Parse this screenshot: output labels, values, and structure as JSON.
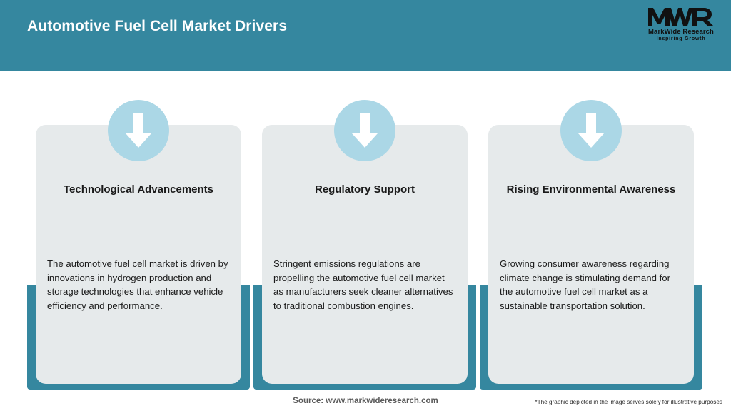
{
  "header": {
    "title": "Automotive Fuel Cell Market Drivers",
    "background_color": "#35879F",
    "title_color": "#FFFFFF"
  },
  "logo": {
    "mark": "MWR",
    "name": "MarkWide Research",
    "tagline": "Inspiring Growth"
  },
  "theme": {
    "accent_teal": "#35879F",
    "icon_circle_blue": "#ABD7E6",
    "card_grey": "#E6EAEB",
    "arrow_white": "#FFFFFF"
  },
  "cards": [
    {
      "icon": "arrow-down-icon",
      "heading": "Technological Advancements",
      "body": "The automotive fuel cell market is driven by innovations in hydrogen production and storage technologies that enhance vehicle efficiency and performance."
    },
    {
      "icon": "arrow-down-icon",
      "heading": "Regulatory Support",
      "body": "Stringent emissions regulations are propelling the automotive fuel cell market as manufacturers seek cleaner alternatives to traditional combustion engines."
    },
    {
      "icon": "arrow-down-icon",
      "heading": "Rising Environmental Awareness",
      "body": "Growing consumer awareness regarding climate change is stimulating demand for the automotive fuel cell market as a sustainable transportation solution."
    }
  ],
  "footer": {
    "source": "Source: www.markwideresearch.com",
    "disclaimer": "*The graphic depicted in the image serves solely for illustrative purposes"
  }
}
